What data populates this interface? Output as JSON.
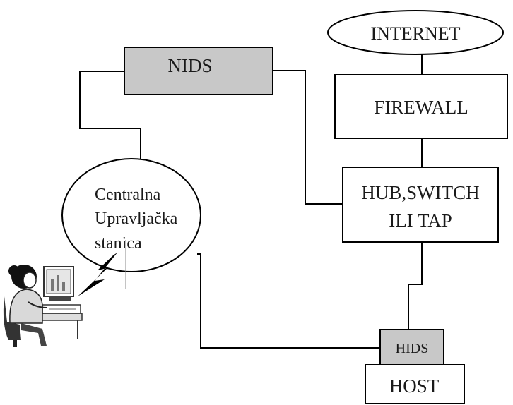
{
  "diagram": {
    "nodes": {
      "internet": {
        "label": "INTERNET",
        "shape": "ellipse"
      },
      "firewall": {
        "label": "FIREWALL",
        "shape": "rect"
      },
      "hub": {
        "line1": "HUB,SWITCH",
        "line2": "ILI TAP",
        "shape": "rect"
      },
      "nids": {
        "label": "NIDS",
        "shape": "rect",
        "fill": "#c8c8c8"
      },
      "station": {
        "line1": "Centralna",
        "line2": "Upravljačka",
        "line3": "stanica",
        "shape": "ellipse"
      },
      "hids": {
        "label": "HIDS",
        "shape": "rect",
        "fill": "#c8c8c8"
      },
      "host": {
        "label": "HOST",
        "shape": "rect"
      }
    },
    "icons": {
      "operator": "person-at-computer-icon",
      "link": "lightning-bolt-icon"
    },
    "colors": {
      "line": "#000000",
      "shaded_box": "#c8c8c8",
      "background": "#ffffff"
    }
  }
}
